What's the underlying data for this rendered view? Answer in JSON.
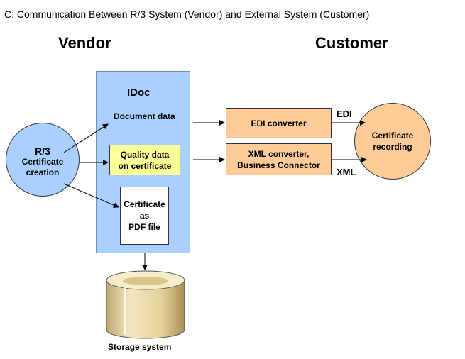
{
  "title": "C: Communication Between R/3 System (Vendor) and External System (Customer)",
  "sections": {
    "vendor": "Vendor",
    "customer": "Customer"
  },
  "idoc": {
    "title": "IDoc",
    "document_data": "Document data",
    "quality_line1": "Quality data",
    "quality_line2": "on certificate",
    "pdf_line1": "Certificate",
    "pdf_line2": "as",
    "pdf_line3": "PDF file"
  },
  "r3": {
    "line1": "R/3",
    "line2": "Certificate",
    "line3": "creation"
  },
  "edi_converter": "EDI converter",
  "xml_converter_line1": "XML converter,",
  "xml_converter_line2": "Business Connector",
  "edi_label": "EDI",
  "xml_label": "XML",
  "certificate_recording_line1": "Certificate",
  "certificate_recording_line2": "recording",
  "storage": "Storage system",
  "colors": {
    "vendor_blue": "#a9d0ff",
    "quality_yellow": "#ffff99",
    "customer_orange": "#ffcc99",
    "storage_tan": "#e8d7a6"
  }
}
